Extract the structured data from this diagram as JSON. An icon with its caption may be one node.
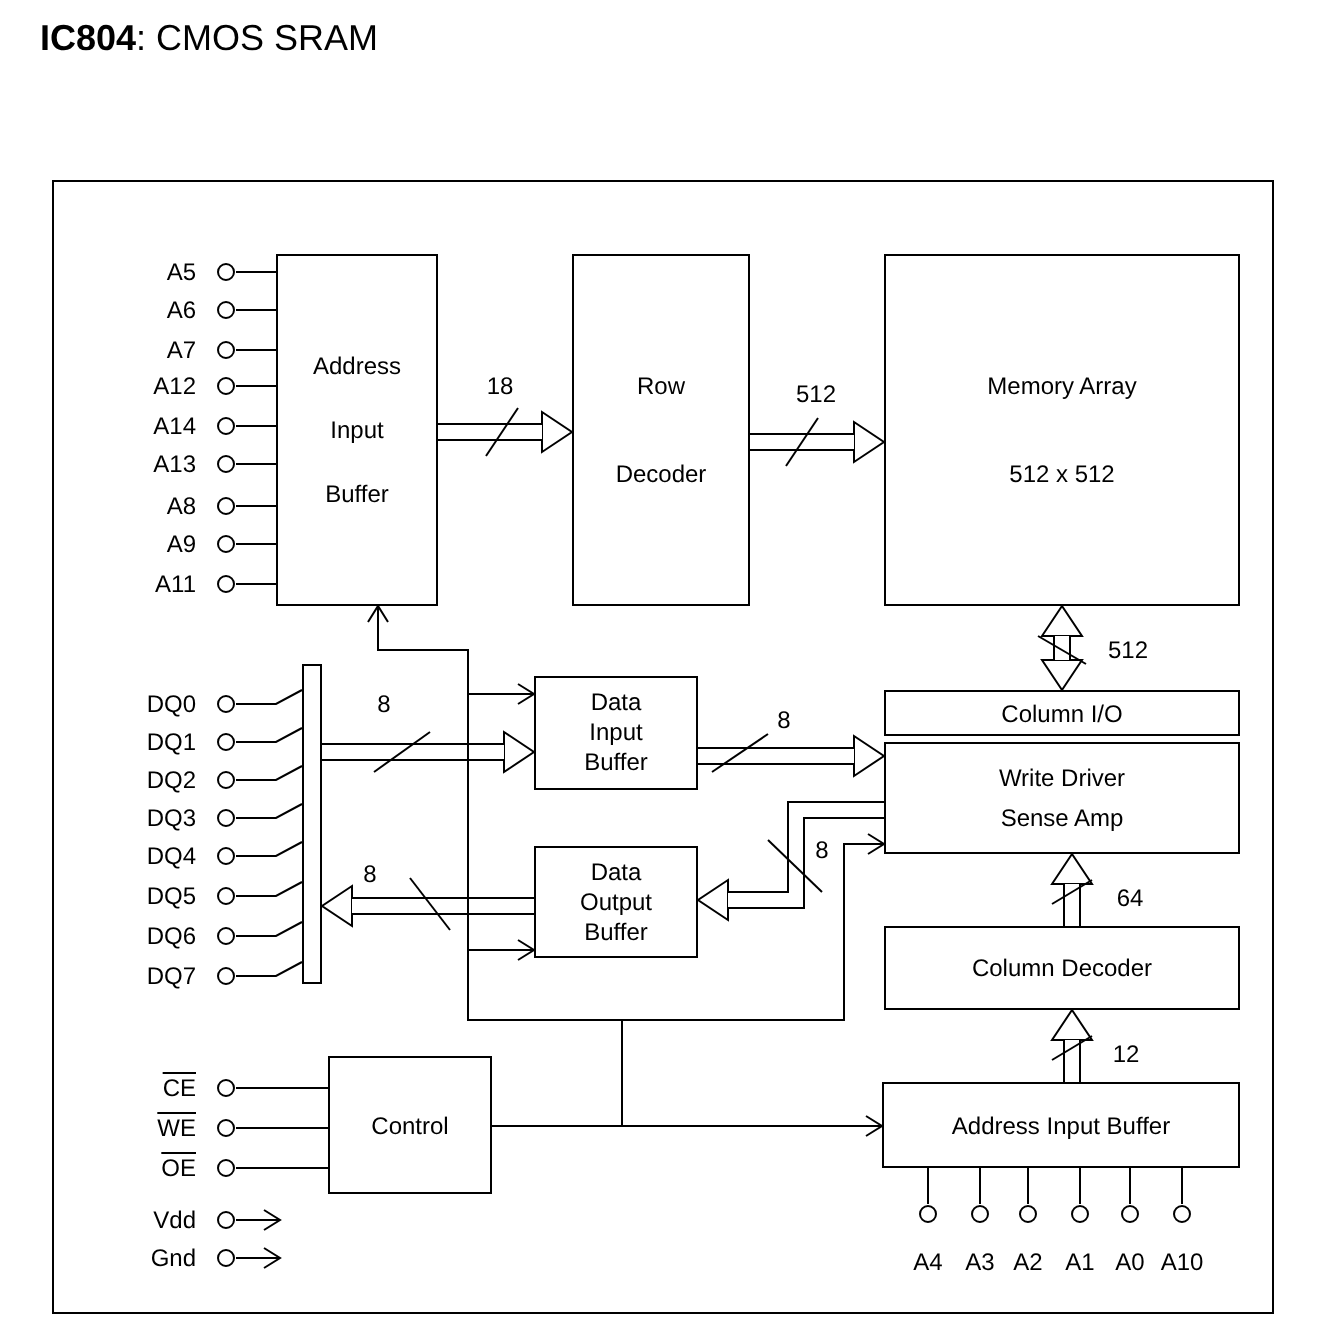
{
  "diagram": {
    "title": "**IC804**: CMOS SRAM",
    "nodes": [
      {
        "text": [
          "Address Input Buffer"
        ]
      },
      {
        "text": [
          "Row Decoder"
        ]
      },
      {
        "text": [
          "Memory Array",
          "512 x 512"
        ]
      },
      {
        "text": [],
        "shape": "bar"
      },
      {
        "text": [
          "Data Input Buffer"
        ]
      },
      {
        "text": [
          "Data Output Buffer"
        ]
      },
      {
        "text": [
          "Column I/O"
        ]
      },
      {
        "text": [
          "Write Driver Sense Amp"
        ]
      },
      {
        "text": [
          "Column Decoder"
        ]
      },
      {
        "text": [
          "Control"
        ]
      },
      {
        "text": [
          "Address Input Buffer"
        ]
      },
      {
        "text": [
          "A5"
        ]
      },
      {
        "text": [
          "A6"
        ]
      },
      {
        "text": [
          "A7"
        ]
      },
      {
        "text": [
          "A12"
        ]
      },
      {
        "text": [
          "A14"
        ]
      },
      {
        "text": [
          "A13"
        ]
      },
      {
        "text": [
          "A8"
        ]
      },
      {
        "text": [
          "A9"
        ]
      },
      {
        "text": [
          "A11"
        ]
      },
      {
        "text": [
          "DQ0"
        ]
      },
      {
        "text": [
          "DQ1"
        ]
      },
      {
        "text": [
          "DQ2"
        ]
      },
      {
        "text": [
          "DQ3"
        ]
      },
      {
        "text": [
          "DQ4"
        ]
      },
      {
        "text": [
          "DQ5"
        ]
      },
      {
        "text": [
          "DQ6"
        ]
      },
      {
        "text": [
          "DQ7"
        ]
      },
      {
        "text": [
          "CE"
        ]
      },
      {
        "text": [
          "WE"
        ]
      },
      {
        "text": [
          "OE"
        ]
      },
      {
        "text": [
          "Vdd"
        ]
      },
      {
        "text": [
          "Gnd"
        ]
      },
      {
        "text": [
          "A4"
        ]
      },
      {
        "text": [
          "A3"
        ]
      },
      {
        "text": [
          "A2"
        ]
      },
      {
        "text": [
          "A1"
        ]
      },
      {
        "text": [
          "A0"
        ]
      },
      {
        "text": [
          "A10"
        ]
      }
    ],
    "edges": [
      {
        "from": 0,
        "to": 1,
        "arrow": "to",
        "label": "18",
        "style": "thick"
      },
      {
        "from": 1,
        "to": 2,
        "arrow": "to",
        "label": "512",
        "style": "thick"
      },
      {
        "from": 2,
        "to": 6,
        "arrow": "both",
        "label": "512",
        "style": "thick"
      },
      {
        "from": 3,
        "to": 4,
        "arrow": "to",
        "label": "8",
        "style": "thick"
      },
      {
        "from": 5,
        "to": 3,
        "arrow": "to",
        "label": "8",
        "style": "thick"
      },
      {
        "from": 4,
        "to": 7,
        "arrow": "to",
        "label": "8",
        "style": "thick"
      },
      {
        "from": 7,
        "to": 5,
        "arrow": "to",
        "label": "8",
        "style": "thick"
      },
      {
        "from": 8,
        "to": 7,
        "arrow": "to",
        "label": "64",
        "style": "thick"
      },
      {
        "from": 10,
        "to": 8,
        "arrow": "to",
        "label": "12",
        "style": "thick"
      },
      {
        "from": 9,
        "to": 0,
        "arrow": "to"
      },
      {
        "from": 9,
        "to": 4,
        "arrow": "to"
      },
      {
        "from": 9,
        "to": 5,
        "arrow": "to"
      },
      {
        "from": 9,
        "to": 7,
        "arrow": "to"
      },
      {
        "from": 9,
        "to": 10,
        "arrow": "to"
      },
      {
        "from": 11,
        "to": 0,
        "arrow": "none"
      },
      {
        "from": 12,
        "to": 0,
        "arrow": "none"
      },
      {
        "from": 13,
        "to": 0,
        "arrow": "none"
      },
      {
        "from": 14,
        "to": 0,
        "arrow": "none"
      },
      {
        "from": 15,
        "to": 0,
        "arrow": "none"
      },
      {
        "from": 16,
        "to": 0,
        "arrow": "none"
      },
      {
        "from": 17,
        "to": 0,
        "arrow": "none"
      },
      {
        "from": 18,
        "to": 0,
        "arrow": "none"
      },
      {
        "from": 19,
        "to": 0,
        "arrow": "none"
      },
      {
        "from": 20,
        "to": 3,
        "arrow": "none"
      },
      {
        "from": 21,
        "to": 3,
        "arrow": "none"
      },
      {
        "from": 22,
        "to": 3,
        "arrow": "none"
      },
      {
        "from": 23,
        "to": 3,
        "arrow": "none"
      },
      {
        "from": 24,
        "to": 3,
        "arrow": "none"
      },
      {
        "from": 25,
        "to": 3,
        "arrow": "none"
      },
      {
        "from": 26,
        "to": 3,
        "arrow": "none"
      },
      {
        "from": 27,
        "to": 3,
        "arrow": "none"
      },
      {
        "from": 28,
        "to": 9,
        "arrow": "none"
      },
      {
        "from": 29,
        "to": 9,
        "arrow": "none"
      },
      {
        "from": 30,
        "to": 9,
        "arrow": "none"
      },
      {
        "from": 31,
        "to": null,
        "arrow": "to"
      },
      {
        "from": 32,
        "to": null,
        "arrow": "to"
      },
      {
        "from": 33,
        "to": 10,
        "arrow": "none"
      },
      {
        "from": 34,
        "to": 10,
        "arrow": "none"
      },
      {
        "from": 35,
        "to": 10,
        "arrow": "none"
      },
      {
        "from": 36,
        "to": 10,
        "arrow": "none"
      },
      {
        "from": 37,
        "to": 10,
        "arrow": "none"
      },
      {
        "from": 38,
        "to": 10,
        "arrow": "none"
      }
    ]
  }
}
